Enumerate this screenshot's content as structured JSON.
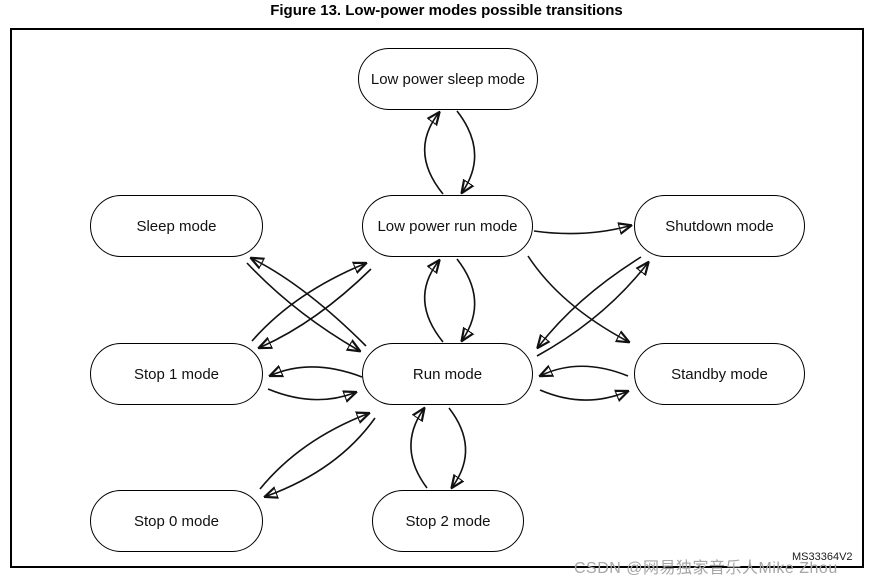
{
  "title": "Figure 13. Low-power modes possible transitions",
  "figure_label": "MS33364V2",
  "watermark": "CSDN @网易独家音乐人Mike Zhou",
  "diagram": {
    "type": "state-transition-diagram",
    "nodes": [
      {
        "id": "low-power-sleep",
        "label": "Low power sleep mode"
      },
      {
        "id": "sleep",
        "label": "Sleep mode"
      },
      {
        "id": "low-power-run",
        "label": "Low power run mode"
      },
      {
        "id": "shutdown",
        "label": "Shutdown mode"
      },
      {
        "id": "stop1",
        "label": "Stop 1 mode"
      },
      {
        "id": "run",
        "label": "Run mode"
      },
      {
        "id": "standby",
        "label": "Standby mode"
      },
      {
        "id": "stop0",
        "label": "Stop 0 mode"
      },
      {
        "id": "stop2",
        "label": "Stop 2 mode"
      }
    ],
    "edges": [
      {
        "from": "low-power-run",
        "to": "low-power-sleep"
      },
      {
        "from": "low-power-sleep",
        "to": "low-power-run"
      },
      {
        "from": "run",
        "to": "low-power-run"
      },
      {
        "from": "low-power-run",
        "to": "run"
      },
      {
        "from": "run",
        "to": "sleep"
      },
      {
        "from": "sleep",
        "to": "run"
      },
      {
        "from": "stop1",
        "to": "low-power-run"
      },
      {
        "from": "low-power-run",
        "to": "stop1"
      },
      {
        "from": "run",
        "to": "stop1"
      },
      {
        "from": "stop1",
        "to": "run"
      },
      {
        "from": "run",
        "to": "stop0"
      },
      {
        "from": "stop0",
        "to": "run"
      },
      {
        "from": "run",
        "to": "stop2"
      },
      {
        "from": "stop2",
        "to": "run"
      },
      {
        "from": "standby",
        "to": "run"
      },
      {
        "from": "run",
        "to": "standby"
      },
      {
        "from": "low-power-run",
        "to": "shutdown"
      },
      {
        "from": "run",
        "to": "shutdown"
      },
      {
        "from": "shutdown",
        "to": "run"
      },
      {
        "from": "low-power-run",
        "to": "standby"
      }
    ]
  }
}
